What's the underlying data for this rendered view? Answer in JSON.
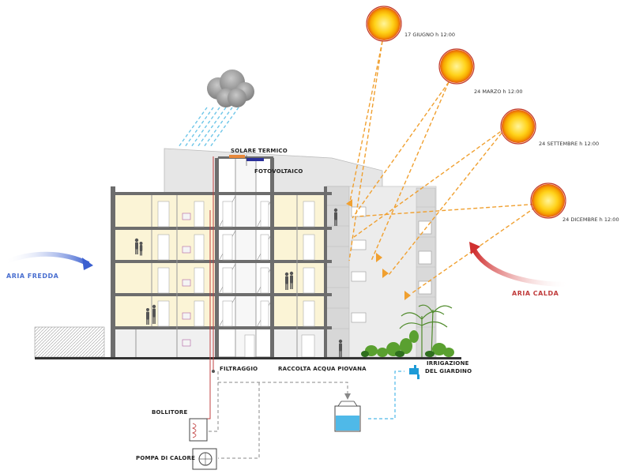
{
  "labels": {
    "solare_termico": "SOLARE TERMICO",
    "fotovoltaico": "FOTOVOLTAICO",
    "filtraggio": "FILTRAGGIO",
    "raccolta": "RACCOLTA ACQUA PIOVANA",
    "irrigazione_1": "IRRIGAZIONE",
    "irrigazione_2": "DEL GIARDINO",
    "bollitore": "BOLLITORE",
    "pompa": "POMPA DI CALORE",
    "aria_fredda": "ARIA FREDDA",
    "aria_calda": "ARIA CALDA"
  },
  "suns": [
    {
      "label": "17 GIUGNO h 12:00"
    },
    {
      "label": "24 MARZO h 12:00"
    },
    {
      "label": "24 SETTEMBRE h 12:00"
    },
    {
      "label": "24 DICEMBRE h 12:00"
    }
  ],
  "colors": {
    "sun_ray": "#f0a030",
    "cold_air": "#4a6fd0",
    "warm_air": "#d04040",
    "rain": "#6ec6e8",
    "water": "#4fb9e8",
    "room": "#fbf4d6",
    "structure": "#707070"
  }
}
